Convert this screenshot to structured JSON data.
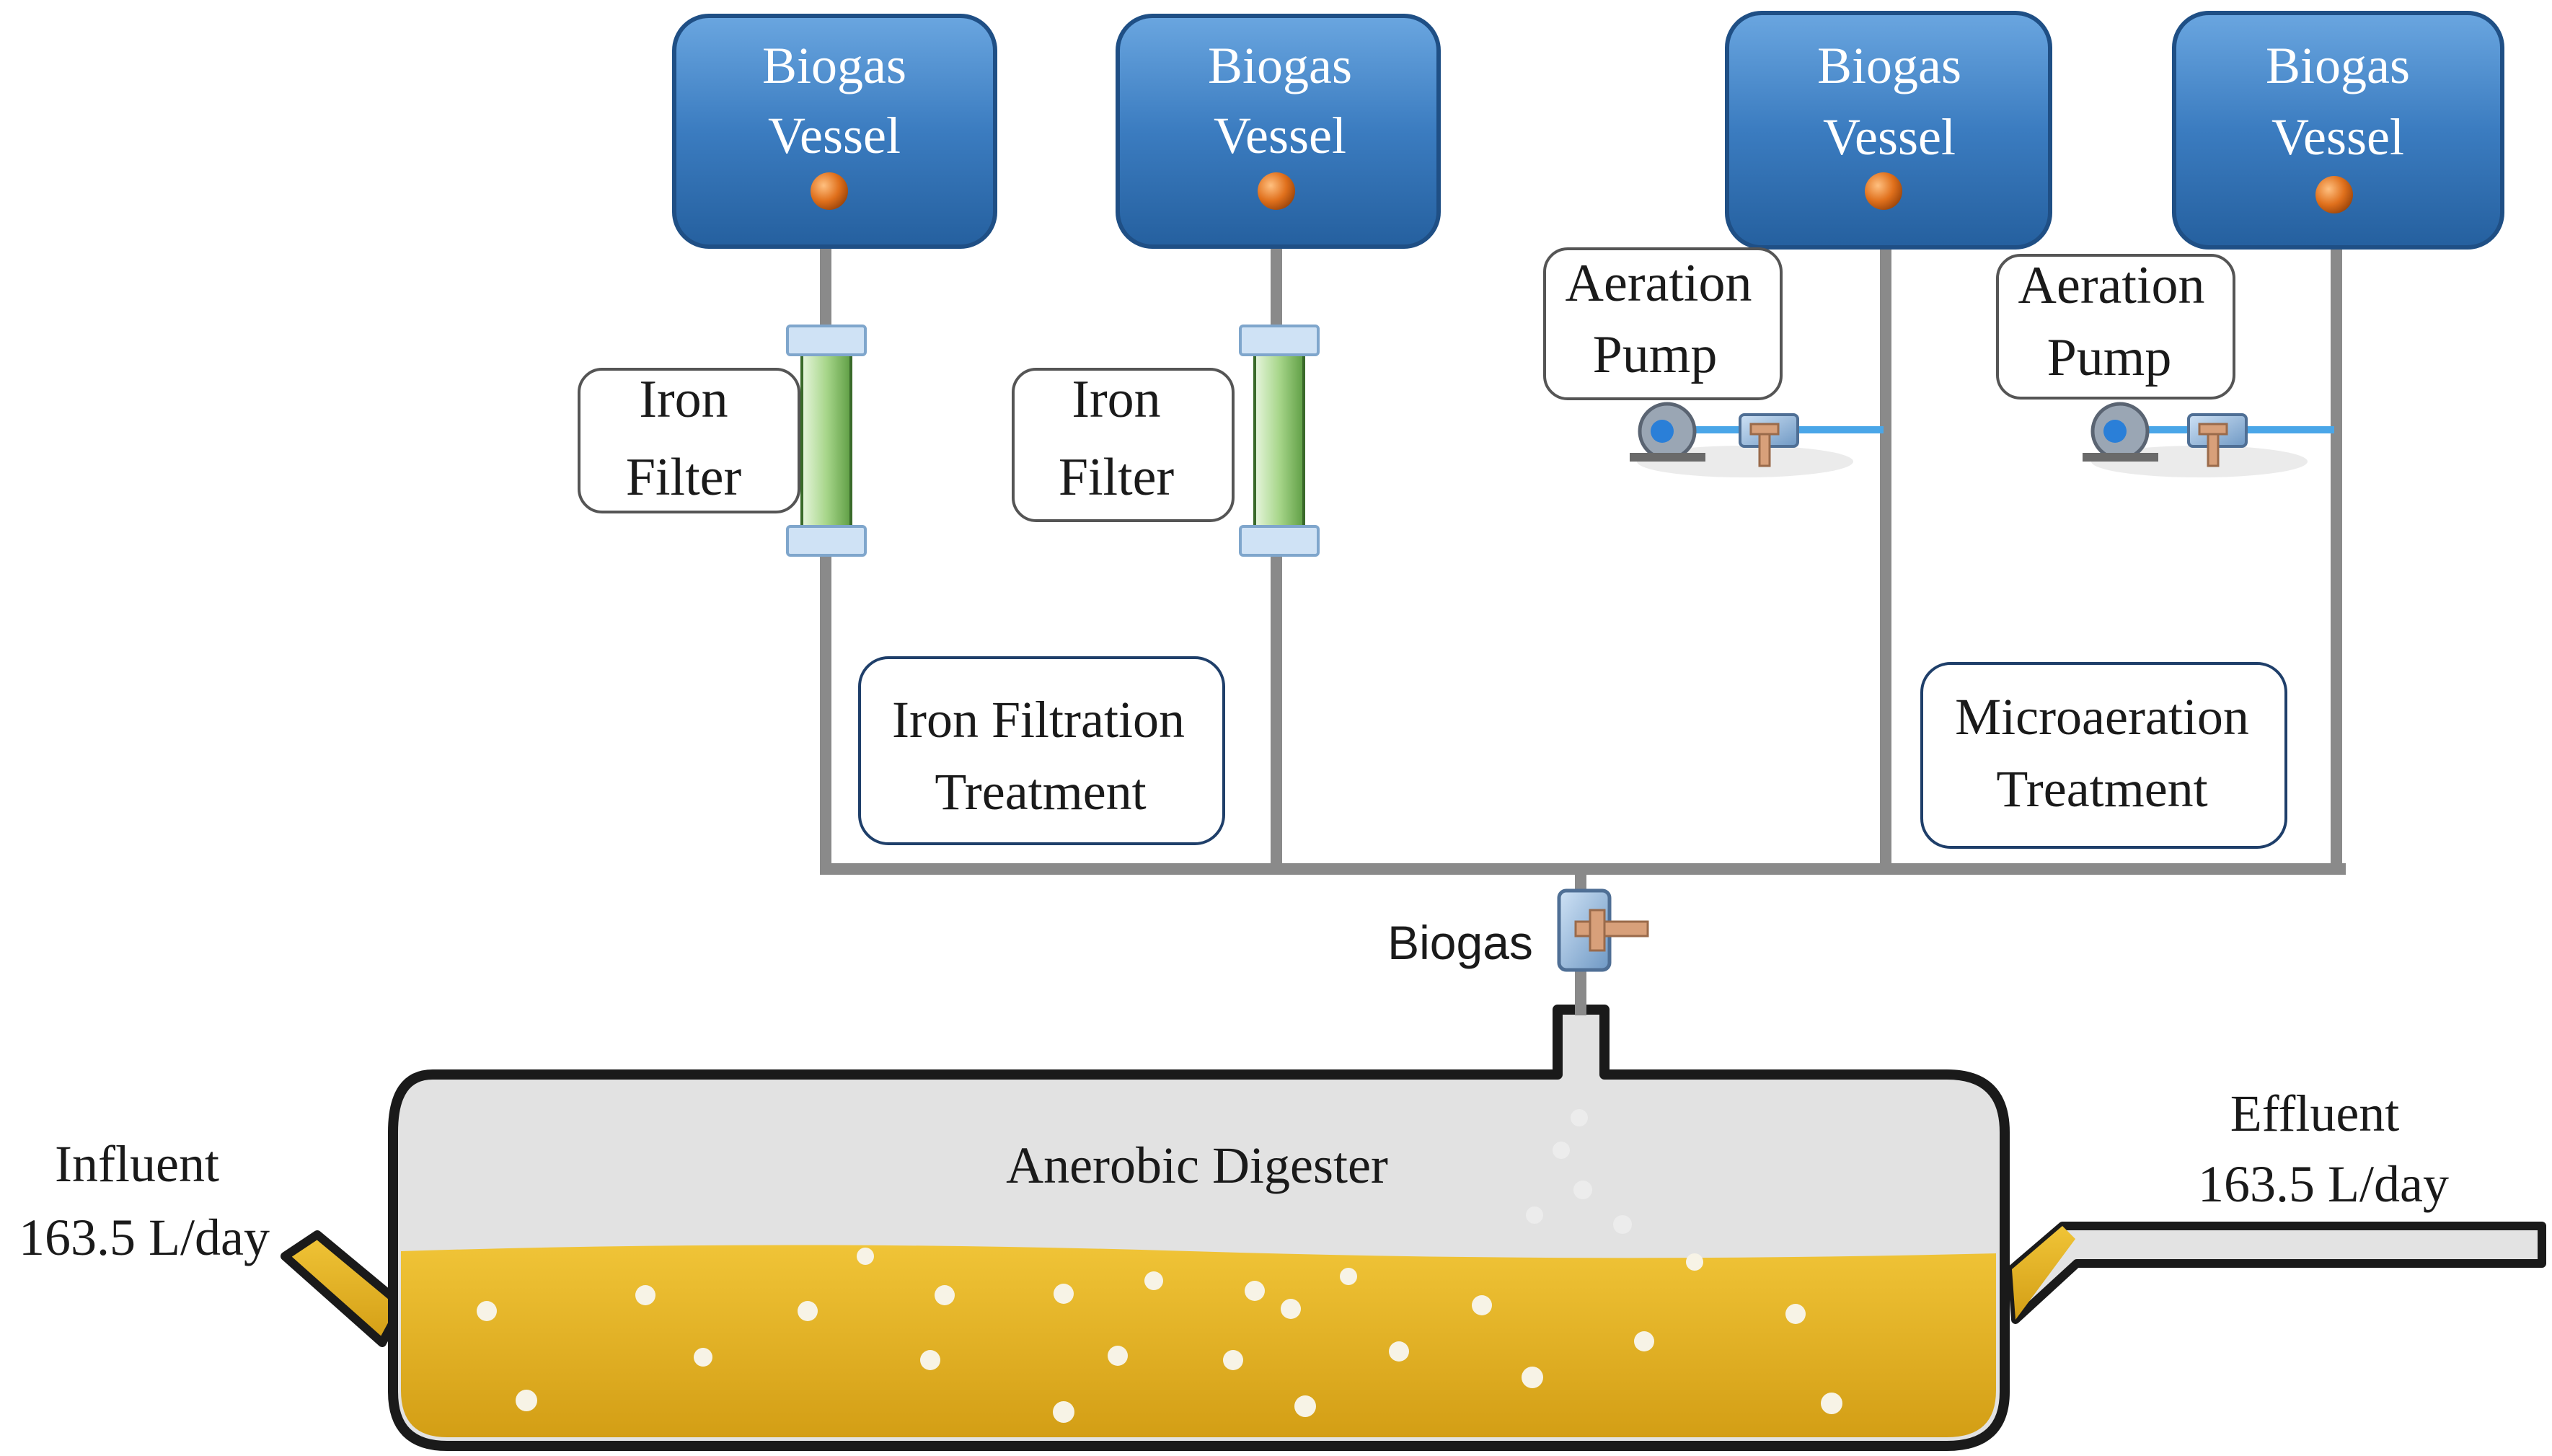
{
  "vessels": [
    {
      "line1": "Biogas",
      "line2": "Vessel"
    },
    {
      "line1": "Biogas",
      "line2": "Vessel"
    },
    {
      "line1": "Biogas",
      "line2": "Vessel"
    },
    {
      "line1": "Biogas",
      "line2": "Vessel"
    }
  ],
  "iron_filters": [
    {
      "line1": "Iron",
      "line2": "Filter"
    },
    {
      "line1": "Iron",
      "line2": "Filter"
    }
  ],
  "aeration_pumps": [
    {
      "line1": "Aeration",
      "line2": "Pump"
    },
    {
      "line1": "Aeration",
      "line2": "Pump"
    }
  ],
  "treatments": {
    "iron": {
      "line1": "Iron Filtration",
      "line2": "Treatment"
    },
    "micro": {
      "line1": "Microaeration",
      "line2": "Treatment"
    }
  },
  "biogas_valve_label": "Biogas",
  "digester_label": "Anerobic Digester",
  "influent": {
    "line1": "Influent",
    "line2": "163.5 L/day"
  },
  "effluent": {
    "line1": "Effluent",
    "line2": "163.5 L/day"
  },
  "colors": {
    "vessel": "#3f7fc2",
    "pipe": "#8a8a8a",
    "liquid": "#e2b322",
    "filter": "#a8d48a",
    "valve": "#e07020"
  }
}
